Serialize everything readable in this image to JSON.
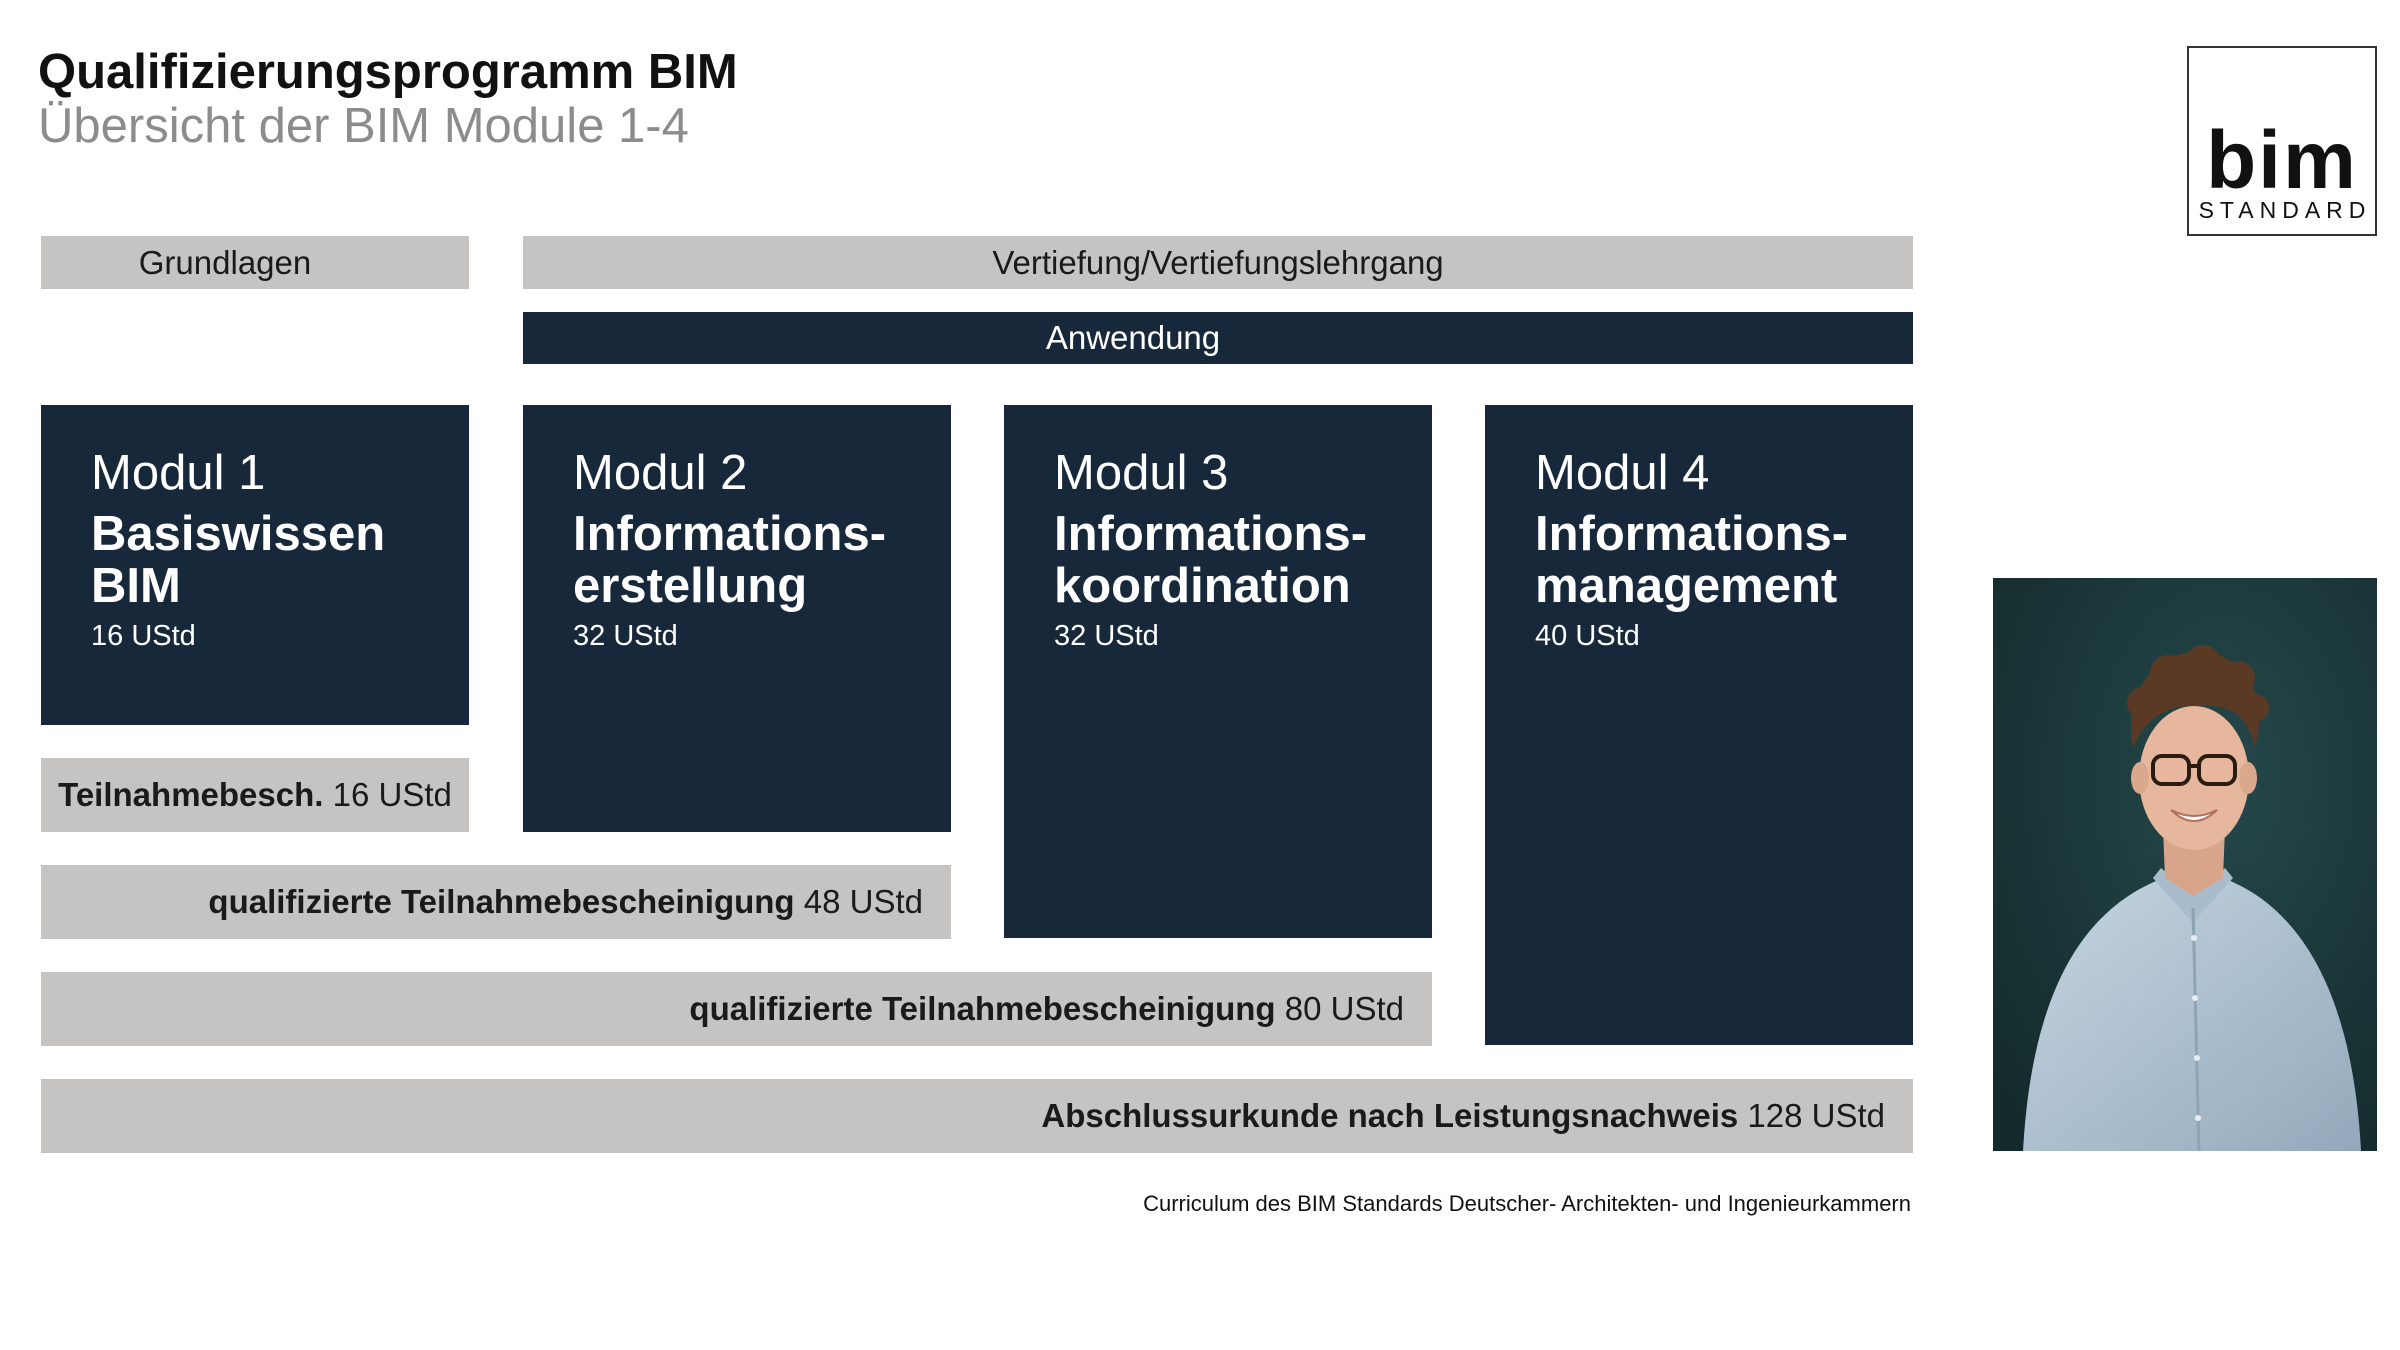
{
  "header": {
    "title": "Qualifizierungsprogramm BIM",
    "subtitle": "Übersicht der BIM Module 1-4"
  },
  "logo": {
    "word": "bim",
    "sub": "STANDARD"
  },
  "levels": {
    "grundlagen": "Grundlagen",
    "vertiefung": "Vertiefung/Vertiefungslehrgang",
    "anwendung": "Anwendung"
  },
  "modules": [
    {
      "number": "Modul 1",
      "name_line1": "Basiswissen",
      "name_line2": "BIM",
      "hours": "16 UStd"
    },
    {
      "number": "Modul 2",
      "name_line1": "Informations-",
      "name_line2": "erstellung",
      "hours": "32 UStd"
    },
    {
      "number": "Modul 3",
      "name_line1": "Informations-",
      "name_line2": "koordination",
      "hours": "32 UStd"
    },
    {
      "number": "Modul 4",
      "name_line1": "Informations-",
      "name_line2": "management",
      "hours": "40 UStd"
    }
  ],
  "certificates": [
    {
      "label": "Teilnahmebesch.",
      "hours": "16 UStd"
    },
    {
      "label": "qualifizierte Teilnahmebescheinigung",
      "hours": "48 UStd"
    },
    {
      "label": "qualifizierte Teilnahmebescheinigung",
      "hours": "80 UStd"
    },
    {
      "label": "Abschlussurkunde nach Leistungsnachweis",
      "hours": "128 UStd"
    }
  ],
  "caption": "Curriculum des BIM Standards Deutscher- Architekten- und Ingenieurkammern",
  "colors": {
    "navy": "#17283b",
    "grey": "#c5c4c2",
    "subtitle_grey": "#8c8c8c",
    "photo_background": "#1d3a3c"
  }
}
